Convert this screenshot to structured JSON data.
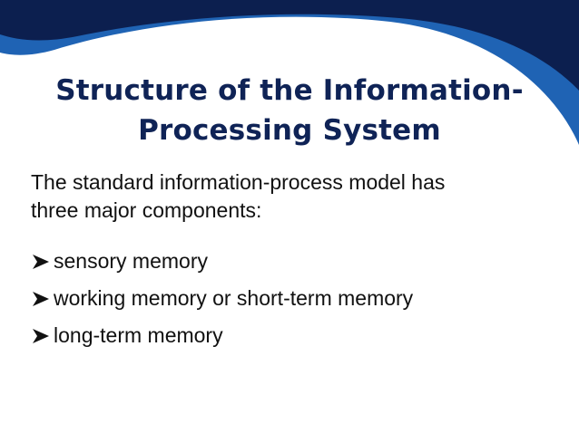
{
  "slide": {
    "title_line1": "Structure of the Information-",
    "title_line2": "Processing System",
    "intro_line1": "The standard information-process model has",
    "intro_line2": "three major components:",
    "bullets": [
      {
        "icon": "arrowhead-bullet-icon",
        "label": "sensory memory"
      },
      {
        "icon": "arrowhead-bullet-icon",
        "label": "working memory or short-term memory"
      },
      {
        "icon": "arrowhead-bullet-icon",
        "label": "long-term memory"
      }
    ]
  },
  "colors": {
    "navy": "#0c1f4f",
    "blue": "#1f63b4",
    "title": "#0f2356",
    "text": "#111111"
  }
}
